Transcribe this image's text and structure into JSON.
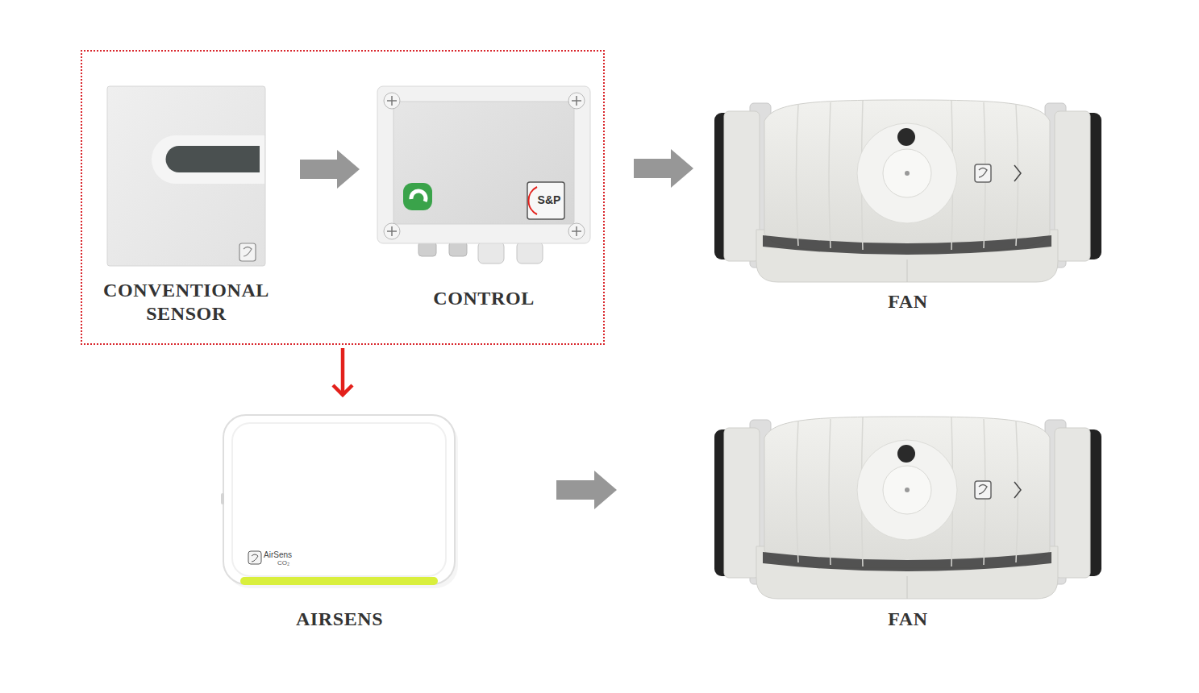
{
  "diagram": {
    "nodes": [
      {
        "text": []
      },
      {
        "text": [
          "CONVENTIONAL SENSOR"
        ],
        "in": 0
      },
      {
        "text": [
          "CONTROL"
        ],
        "in": 0
      },
      {
        "text": [
          "FAN"
        ]
      },
      {
        "text": [
          "AIRSENS"
        ]
      },
      {
        "text": [
          "FAN"
        ]
      }
    ],
    "edges": [
      {
        "from": 1,
        "to": 2,
        "arrow": "to"
      },
      {
        "from": 2,
        "to": 3,
        "arrow": "to"
      },
      {
        "from": 0,
        "to": 4,
        "arrow": "to"
      },
      {
        "from": 4,
        "to": 5,
        "arrow": "to"
      }
    ],
    "labels": [
      "S&P",
      "AirSens",
      "CO₂"
    ]
  }
}
